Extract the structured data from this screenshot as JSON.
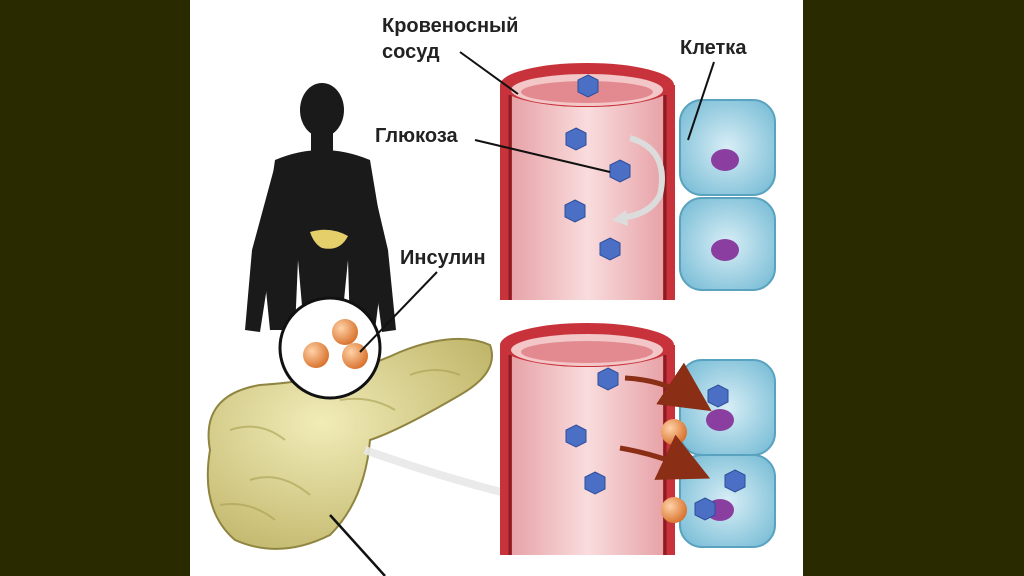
{
  "labels": {
    "vessel_line1": "Кровеносный",
    "vessel_line2": "сосуд",
    "cell": "Клетка",
    "glucose": "Глюкоза",
    "insulin": "Инсулин"
  },
  "colors": {
    "frame": "#2a2a00",
    "vessel_wall": "#c8323a",
    "vessel_inner": "#f3c6c8",
    "glucose": "#4a6fc4",
    "cell": "#9fd4e6",
    "nucleus": "#8a3fa0",
    "insulin": "#e58a3a",
    "pancreas": "#d9d28a",
    "arrow": "#8b2e16"
  }
}
